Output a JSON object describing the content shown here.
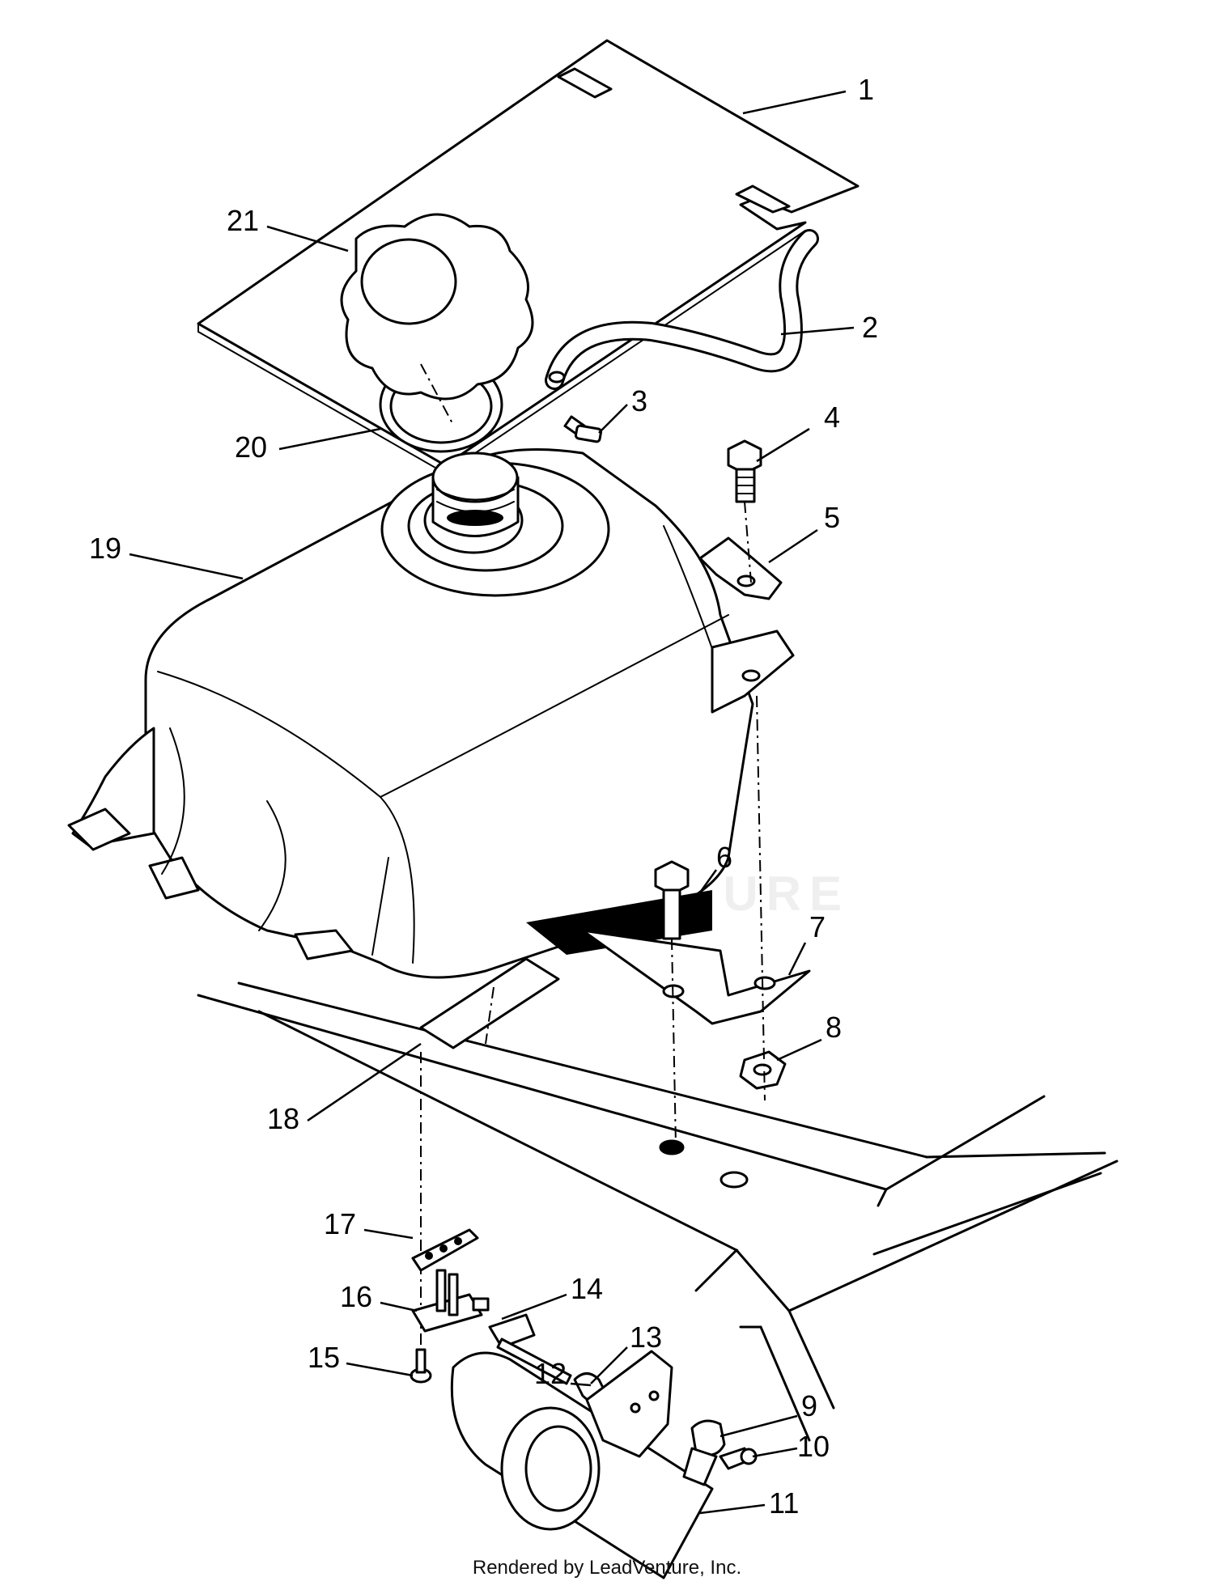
{
  "diagram": {
    "callouts": [
      "1",
      "2",
      "3",
      "4",
      "5",
      "6",
      "7",
      "8",
      "9",
      "10",
      "11",
      "12",
      "13",
      "14",
      "15",
      "16",
      "17",
      "18",
      "19",
      "20",
      "21"
    ],
    "watermark": "LEADVENTURE",
    "footer": "Rendered by LeadVenture, Inc."
  }
}
